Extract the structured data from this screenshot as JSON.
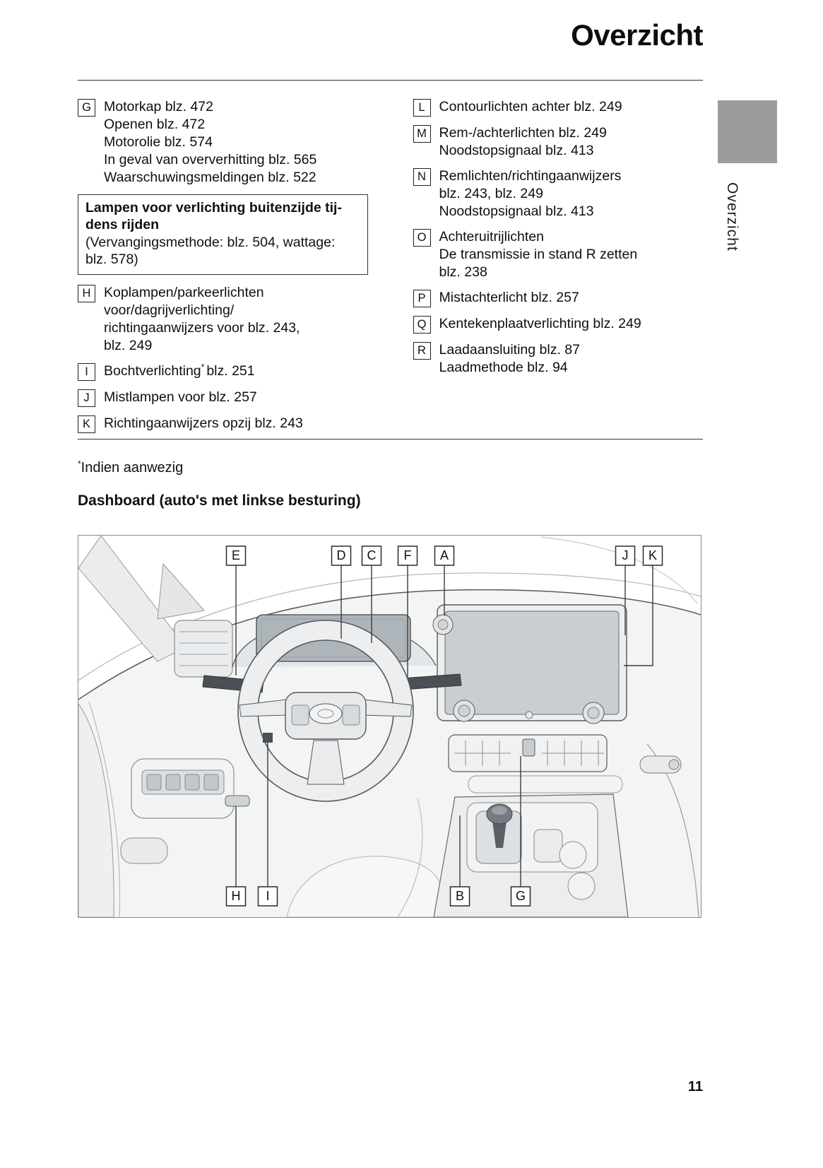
{
  "page": {
    "title": "Overzicht",
    "sidebar_label": "Overzicht",
    "page_number": "11",
    "footnote_star": "*",
    "footnote_text": "Indien aanwezig",
    "section_heading": "Dashboard (auto's met linkse besturing)"
  },
  "colors": {
    "sidebar_tab": "#9c9c9c",
    "rule": "#333333"
  },
  "legend": {
    "left": [
      {
        "key": "G",
        "lines": [
          "Motorkap blz. 472",
          "Openen blz. 472",
          "Motorolie blz. 574",
          "In geval van oververhitting blz. 565",
          "Waarschuwingsmeldingen blz. 522"
        ]
      },
      {
        "key": "H",
        "lines": [
          "Koplampen/parkeerlichten",
          "voor/dagrijverlichting/",
          "richtingaanwijzers voor blz. 243,",
          "blz. 249"
        ]
      },
      {
        "key": "I",
        "pre": "Bochtverlichting",
        "sup": "*",
        "post": "blz. 251"
      },
      {
        "key": "J",
        "lines": [
          "Mistlampen voor blz. 257"
        ]
      },
      {
        "key": "K",
        "lines": [
          "Richtingaanwijzers opzij blz. 243"
        ]
      }
    ],
    "note_box": {
      "bold_lines": [
        "Lampen voor verlichting buitenzijde tij-",
        "dens rijden"
      ],
      "normal_lines": [
        "(Vervangingsmethode: blz. 504, wattage:",
        "blz. 578)"
      ]
    },
    "right": [
      {
        "key": "L",
        "lines": [
          "Contourlichten achter blz. 249"
        ]
      },
      {
        "key": "M",
        "lines": [
          "Rem-/achterlichten blz. 249",
          "Noodstopsignaal blz. 413"
        ]
      },
      {
        "key": "N",
        "lines": [
          "Remlichten/richtingaanwijzers",
          "blz. 243, blz. 249",
          "Noodstopsignaal blz. 413"
        ]
      },
      {
        "key": "O",
        "lines": [
          "Achteruitrijlichten",
          "De transmissie in stand R zetten",
          "blz. 238"
        ]
      },
      {
        "key": "P",
        "lines": [
          "Mistachterlicht blz. 257"
        ]
      },
      {
        "key": "Q",
        "lines": [
          "Kentekenplaatverlichting blz. 249"
        ]
      },
      {
        "key": "R",
        "lines": [
          "Laadaansluiting blz. 87",
          "Laadmethode blz. 94"
        ]
      }
    ]
  },
  "diagram": {
    "labels_top": [
      "E",
      "D",
      "C",
      "F",
      "A",
      "J",
      "K"
    ],
    "labels_bottom": [
      "H",
      "I",
      "B",
      "G"
    ]
  }
}
